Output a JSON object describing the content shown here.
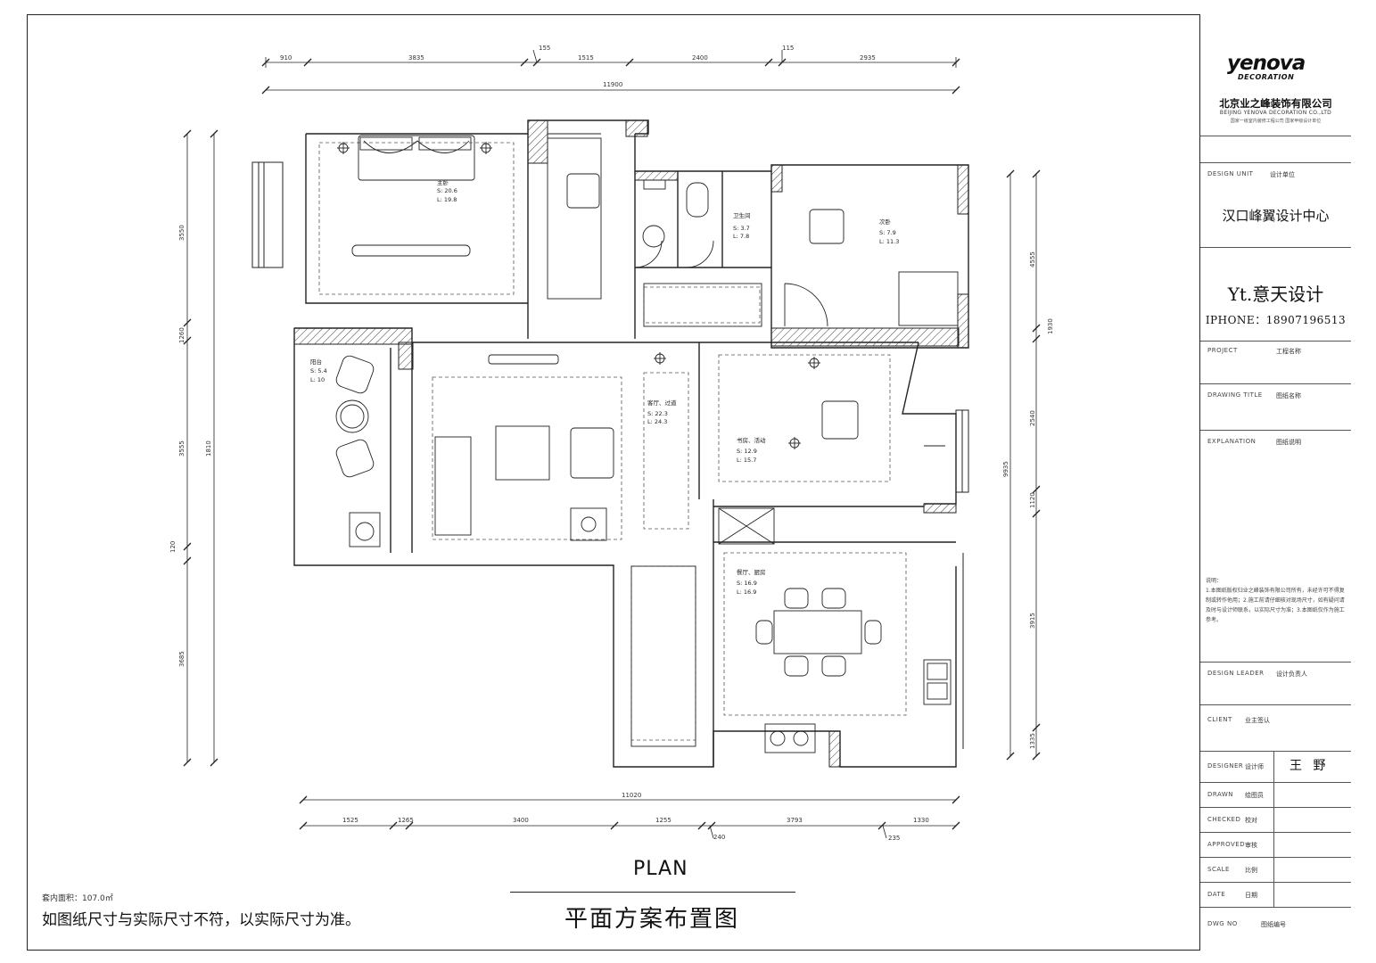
{
  "drawing": {
    "plan_title": "PLAN",
    "plan_subtitle": "平面方案布置图",
    "area_note": "套内面积：107.0㎡",
    "disclaimer": "如图纸尺寸与实际尺寸不符，以实际尺寸为准。",
    "dimensions": {
      "top_row": [
        "910",
        "3835",
        "1515",
        "2400",
        "2935"
      ],
      "top_total": "11900",
      "top_small": [
        "155",
        "115"
      ],
      "bottom_total": "11020",
      "bottom_row": [
        "1525",
        "1265",
        "3400",
        "1255",
        "3793",
        "1330"
      ],
      "bottom_small": [
        "240",
        "235"
      ],
      "left": [
        "3550",
        "1260",
        "3555",
        "3685",
        "1810",
        "120"
      ],
      "right": [
        "4555",
        "1930",
        "2540",
        "1120",
        "3915",
        "1335",
        "9935"
      ]
    },
    "rooms": [
      {
        "name": "主卧",
        "area": "S: 20.6",
        "perimeter": "L: 19.8"
      },
      {
        "name": "卫生间",
        "area": "S: 3.7",
        "perimeter": "L: 7.8"
      },
      {
        "name": "次卧",
        "area": "S: 7.9",
        "perimeter": "L: 11.3"
      },
      {
        "name": "阳台",
        "area": "S: 5.4",
        "perimeter": "L: 10"
      },
      {
        "name": "客厅、过道",
        "area": "S: 22.3",
        "perimeter": "L: 24.3"
      },
      {
        "name": "书房、活动",
        "area": "S: 12.9",
        "perimeter": "L: 15.7"
      },
      {
        "name": "餐厅、厨房",
        "area": "S: 16.9",
        "perimeter": "L: 16.9"
      }
    ]
  },
  "title_block": {
    "brand": "yenova",
    "brand_sub": "DECORATION",
    "company_cn": "北京业之峰装饰有限公司",
    "company_en": "BEIJING YENOVA DECORATION CO.,LTD",
    "company_note": "国家一级室内装修工程公司 国家甲级设计单位",
    "design_unit_label": "DESIGN UNIT",
    "design_unit_label_cn": "设计单位",
    "design_unit_value": "汉口峰翼设计中心",
    "studio": "Yt.意天设计",
    "phone": "IPHONE：18907196513",
    "project_label": "PROJECT",
    "project_label_cn": "工程名称",
    "drawing_title_label": "DRAWING TITLE",
    "drawing_title_label_cn": "图纸名称",
    "explanation_label": "EXPLANATION",
    "explanation_label_cn": "图纸说明",
    "notes_title": "说明：",
    "notes_text": "1.本图纸版权归业之峰装饰有限公司所有，未经许可不得复制或转作他用；2.施工前请仔细核对现场尺寸，如有疑问请及时与设计师联系，以实际尺寸为准；3.本图纸仅作为施工参考。",
    "design_leader_label": "DESIGN LEADER",
    "design_leader_cn": "设计负责人",
    "client_label": "CLIENT",
    "client_cn": "业主签认",
    "designer_label": "DESIGNER",
    "designer_cn": "设计师",
    "designer_name": "王 野",
    "drawn_label": "DRAWN",
    "drawn_cn": "绘图员",
    "checked_label": "CHECKED",
    "checked_cn": "校对",
    "approved_label": "APPROVED",
    "approved_cn": "审核",
    "scale_label": "SCALE",
    "scale_cn": "比例",
    "date_label": "DATE",
    "date_cn": "日期",
    "dwg_no_label": "DWG NO",
    "dwg_no_cn": "图纸编号"
  },
  "colors": {
    "line": "#222222",
    "wall_hatch": "#444444",
    "dashed": "#555555",
    "background": "#ffffff"
  }
}
